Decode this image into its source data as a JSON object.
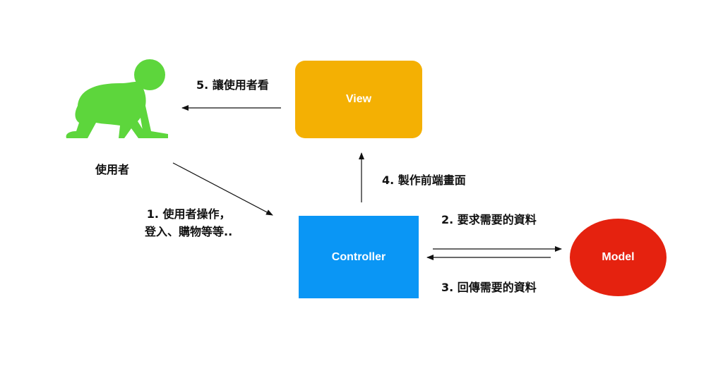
{
  "nodes": {
    "view": "View",
    "controller": "Controller",
    "model": "Model",
    "user": "使用者"
  },
  "steps": {
    "step1_line1": "1. 使用者操作，",
    "step1_line2": "登入、購物等等..",
    "step2": "2. 要求需要的資料",
    "step3": "3. 回傳需要的資料",
    "step4": "4. 製作前端畫面",
    "step5": "5. 讓使用者看"
  },
  "colors": {
    "view": "#F4B003",
    "controller": "#0A96F5",
    "model": "#E5220F",
    "user_icon": "#5DD63C",
    "arrow": "#111111"
  },
  "icons": {
    "user": "crawling-baby-icon"
  }
}
